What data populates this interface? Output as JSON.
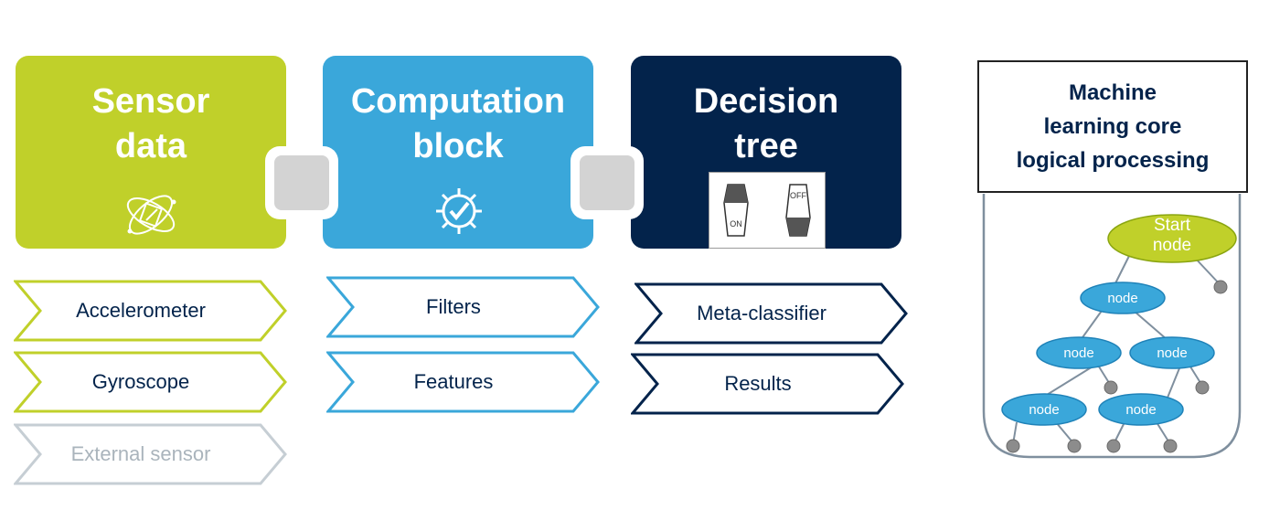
{
  "blocks": {
    "sensor": {
      "title": "Sensor\ndata",
      "color": "#c0d02a",
      "icon": "atom-sensor-icon"
    },
    "computation": {
      "title": "Computation\nblock",
      "color": "#3aa7da",
      "icon": "gear-check-icon"
    },
    "decision": {
      "title": "Decision\ntree",
      "color": "#03234b",
      "icon": "switch-on-off-icon",
      "switch_on": "ON",
      "switch_off": "OFF"
    }
  },
  "columns": {
    "sensor": [
      "Accelerometer",
      "Gyroscope",
      "External sensor"
    ],
    "computation": [
      "Filters",
      "Features"
    ],
    "decision": [
      "Meta-classifier",
      "Results"
    ]
  },
  "mlc": {
    "title": "Machine\nlearning core\nlogical processing",
    "start_label": "Start\nnode",
    "node_label": "node"
  },
  "colors": {
    "green": "#c0d02a",
    "blue": "#3aa7da",
    "navy": "#03234b",
    "muted": "#c6ced4",
    "connector": "#d3d3d3"
  }
}
